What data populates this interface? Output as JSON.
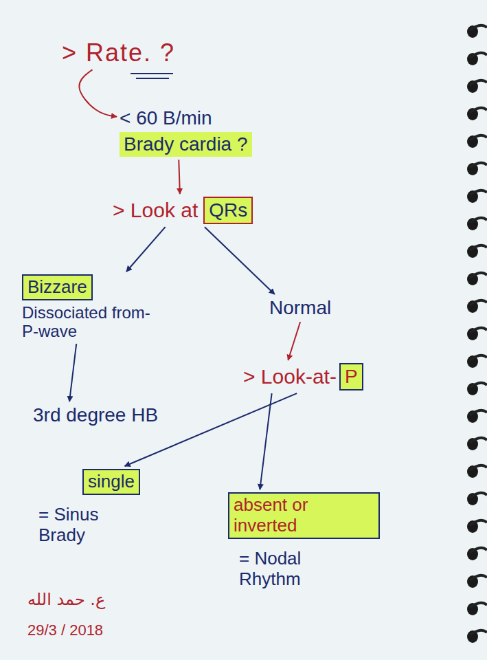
{
  "diagram": {
    "nodes": [
      {
        "text": [
          "> Rate. ?"
        ]
      },
      {
        "text": [
          "< 60 B/min",
          "Brady cardia ?"
        ]
      },
      {
        "text": [
          "> Look at",
          "QRs"
        ]
      },
      {
        "text": [
          "Bizzare",
          "Dissociated from-P-wave"
        ]
      },
      {
        "text": [
          "Normal"
        ]
      },
      {
        "text": [
          "> Look-at-",
          "P"
        ]
      },
      {
        "text": [
          "3rd degree HB"
        ]
      },
      {
        "text": [
          "single",
          "= Sinus Brady"
        ]
      },
      {
        "text": [
          "absent or inverted",
          "= Nodal Rhythm"
        ]
      }
    ],
    "edges": [
      {
        "from": 0,
        "to": 1,
        "arrow": "to"
      },
      {
        "from": 1,
        "to": 2,
        "arrow": "to"
      },
      {
        "from": 2,
        "to": 3,
        "arrow": "to"
      },
      {
        "from": 2,
        "to": 4,
        "arrow": "to"
      },
      {
        "from": 4,
        "to": 5,
        "arrow": "to"
      },
      {
        "from": 3,
        "to": 6,
        "arrow": "to"
      },
      {
        "from": 5,
        "to": 7,
        "arrow": "to"
      },
      {
        "from": 5,
        "to": 8,
        "arrow": "to"
      }
    ],
    "labels": [
      "ع. حمد الله",
      "29/3 / 2018"
    ]
  }
}
